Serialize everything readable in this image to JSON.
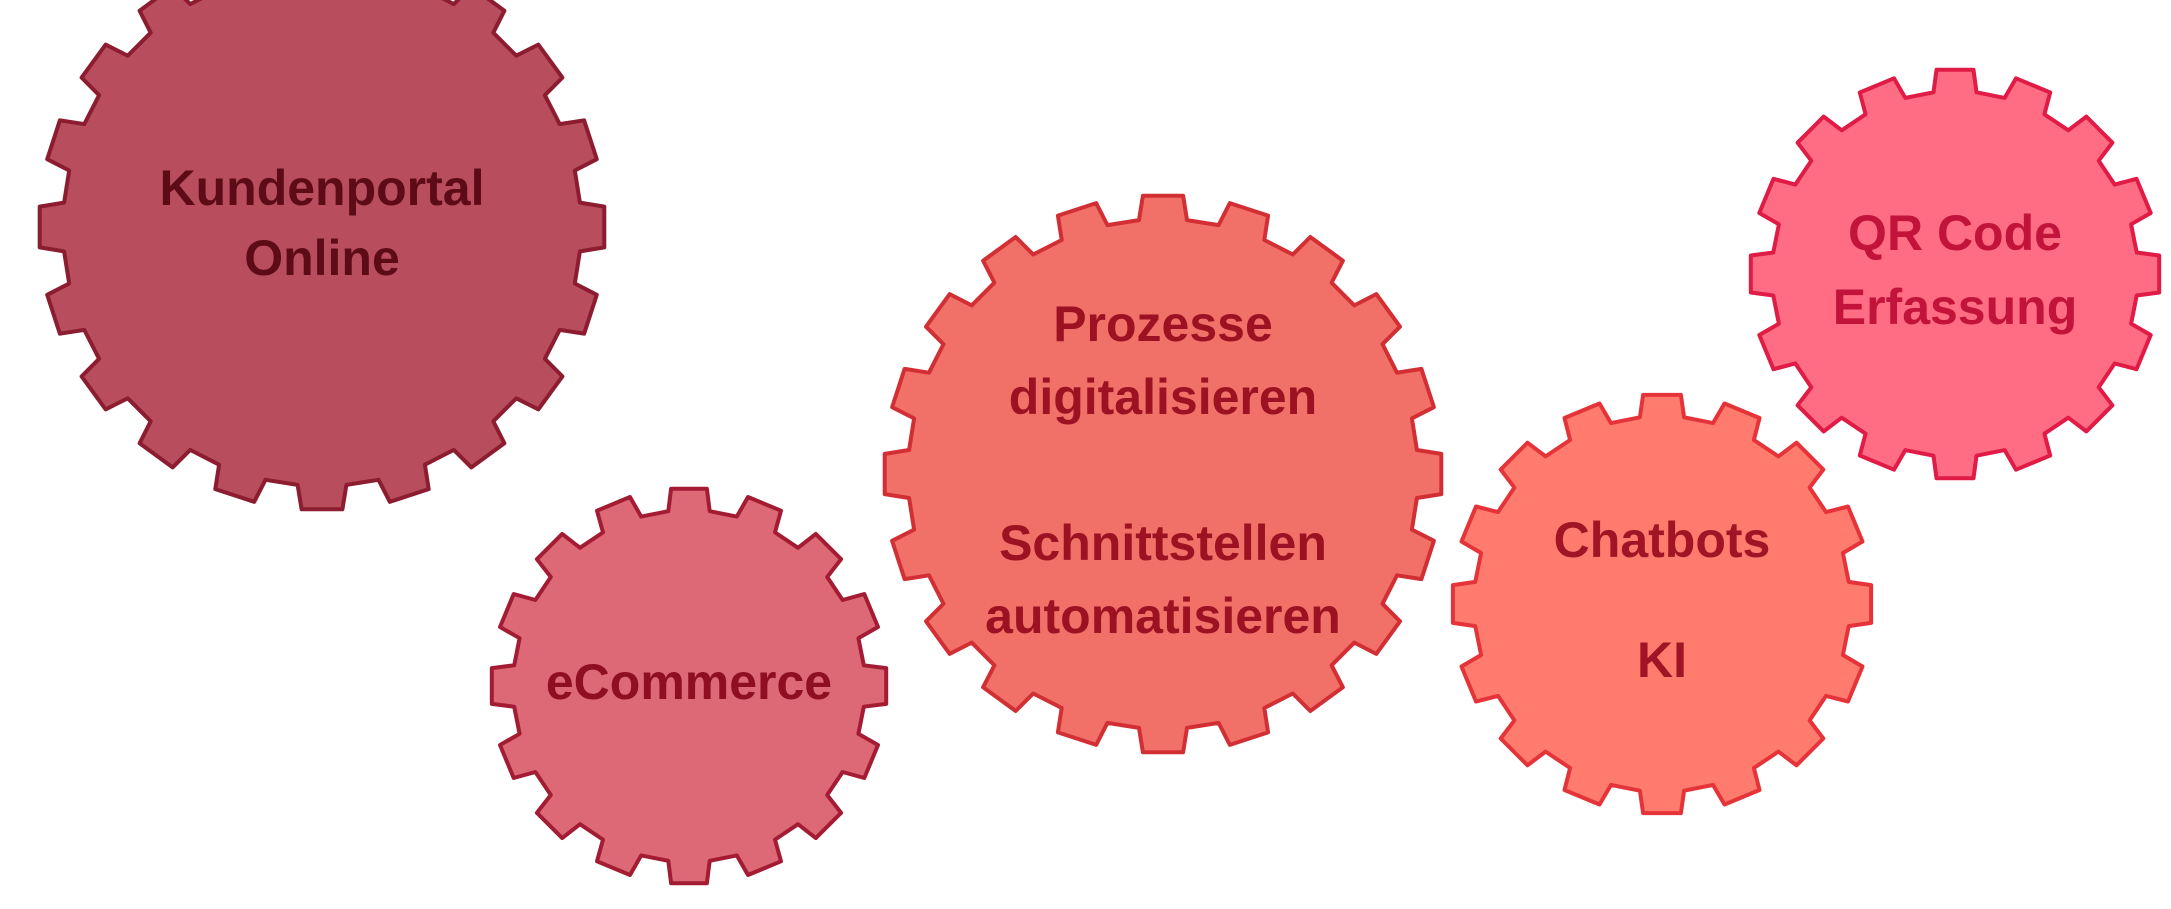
{
  "diagram": {
    "gears": [
      {
        "id": "kundenportal",
        "fill": "#b84d5e",
        "stroke": "#8c1c2f",
        "text_color": "#5c0b17",
        "teeth": 20,
        "lines": [
          "Kundenportal",
          "Online"
        ],
        "text_size": 50
      },
      {
        "id": "ecommerce",
        "fill": "#dd6977",
        "stroke": "#a41c33",
        "text_color": "#8e0f22",
        "teeth": 16,
        "lines": [
          "eCommerce"
        ],
        "text_size": 50
      },
      {
        "id": "prozesse",
        "fill": "#f17068",
        "stroke": "#d22f35",
        "text_color": "#9c1223",
        "teeth": 20,
        "lines": [
          "Prozesse",
          "digitalisieren",
          "",
          "Schnittstellen",
          "automatisieren"
        ],
        "text_size": 50
      },
      {
        "id": "chatbots",
        "fill": "#ff7b6d",
        "stroke": "#e5333a",
        "text_color": "#a01426",
        "teeth": 16,
        "lines": [
          "Chatbots",
          "",
          "KI"
        ],
        "text_size": 50
      },
      {
        "id": "qrcode",
        "fill": "#ff6d84",
        "stroke": "#df1b46",
        "text_color": "#c2133a",
        "teeth": 16,
        "lines": [
          "QR Code",
          "Erfassung"
        ],
        "text_size": 50
      }
    ]
  }
}
